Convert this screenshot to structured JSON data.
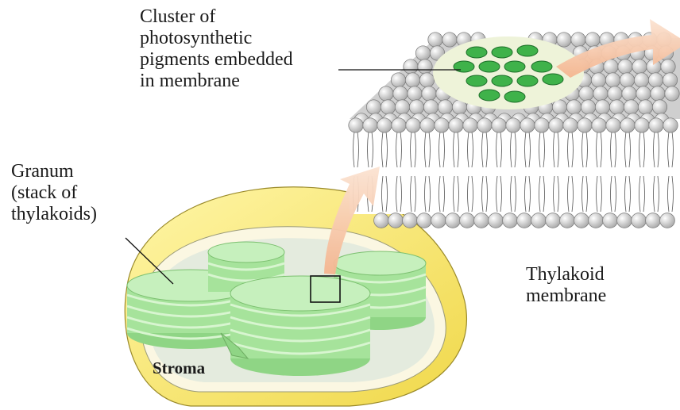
{
  "labels": {
    "cluster": [
      "Cluster of",
      "photosynthetic",
      "pigments embedded",
      "in membrane"
    ],
    "granum": [
      "Granum",
      "(stack of",
      "thylakoids)"
    ],
    "thylakoid_membrane": [
      "Thylakoid",
      "membrane"
    ],
    "stroma": "Stroma"
  },
  "colors": {
    "chloroplast_envelope": "#f3e56a",
    "envelope_inner": "#fbf7d8",
    "stroma": "#e6ecdf",
    "granum": "#a6e39b",
    "granum_stripe": "#c9f0c0",
    "lipid_head": "#d6d6d6",
    "pigment": "#3fb24a",
    "pigment_region": "#eef3d9",
    "arrow": "#f7c4a2"
  }
}
